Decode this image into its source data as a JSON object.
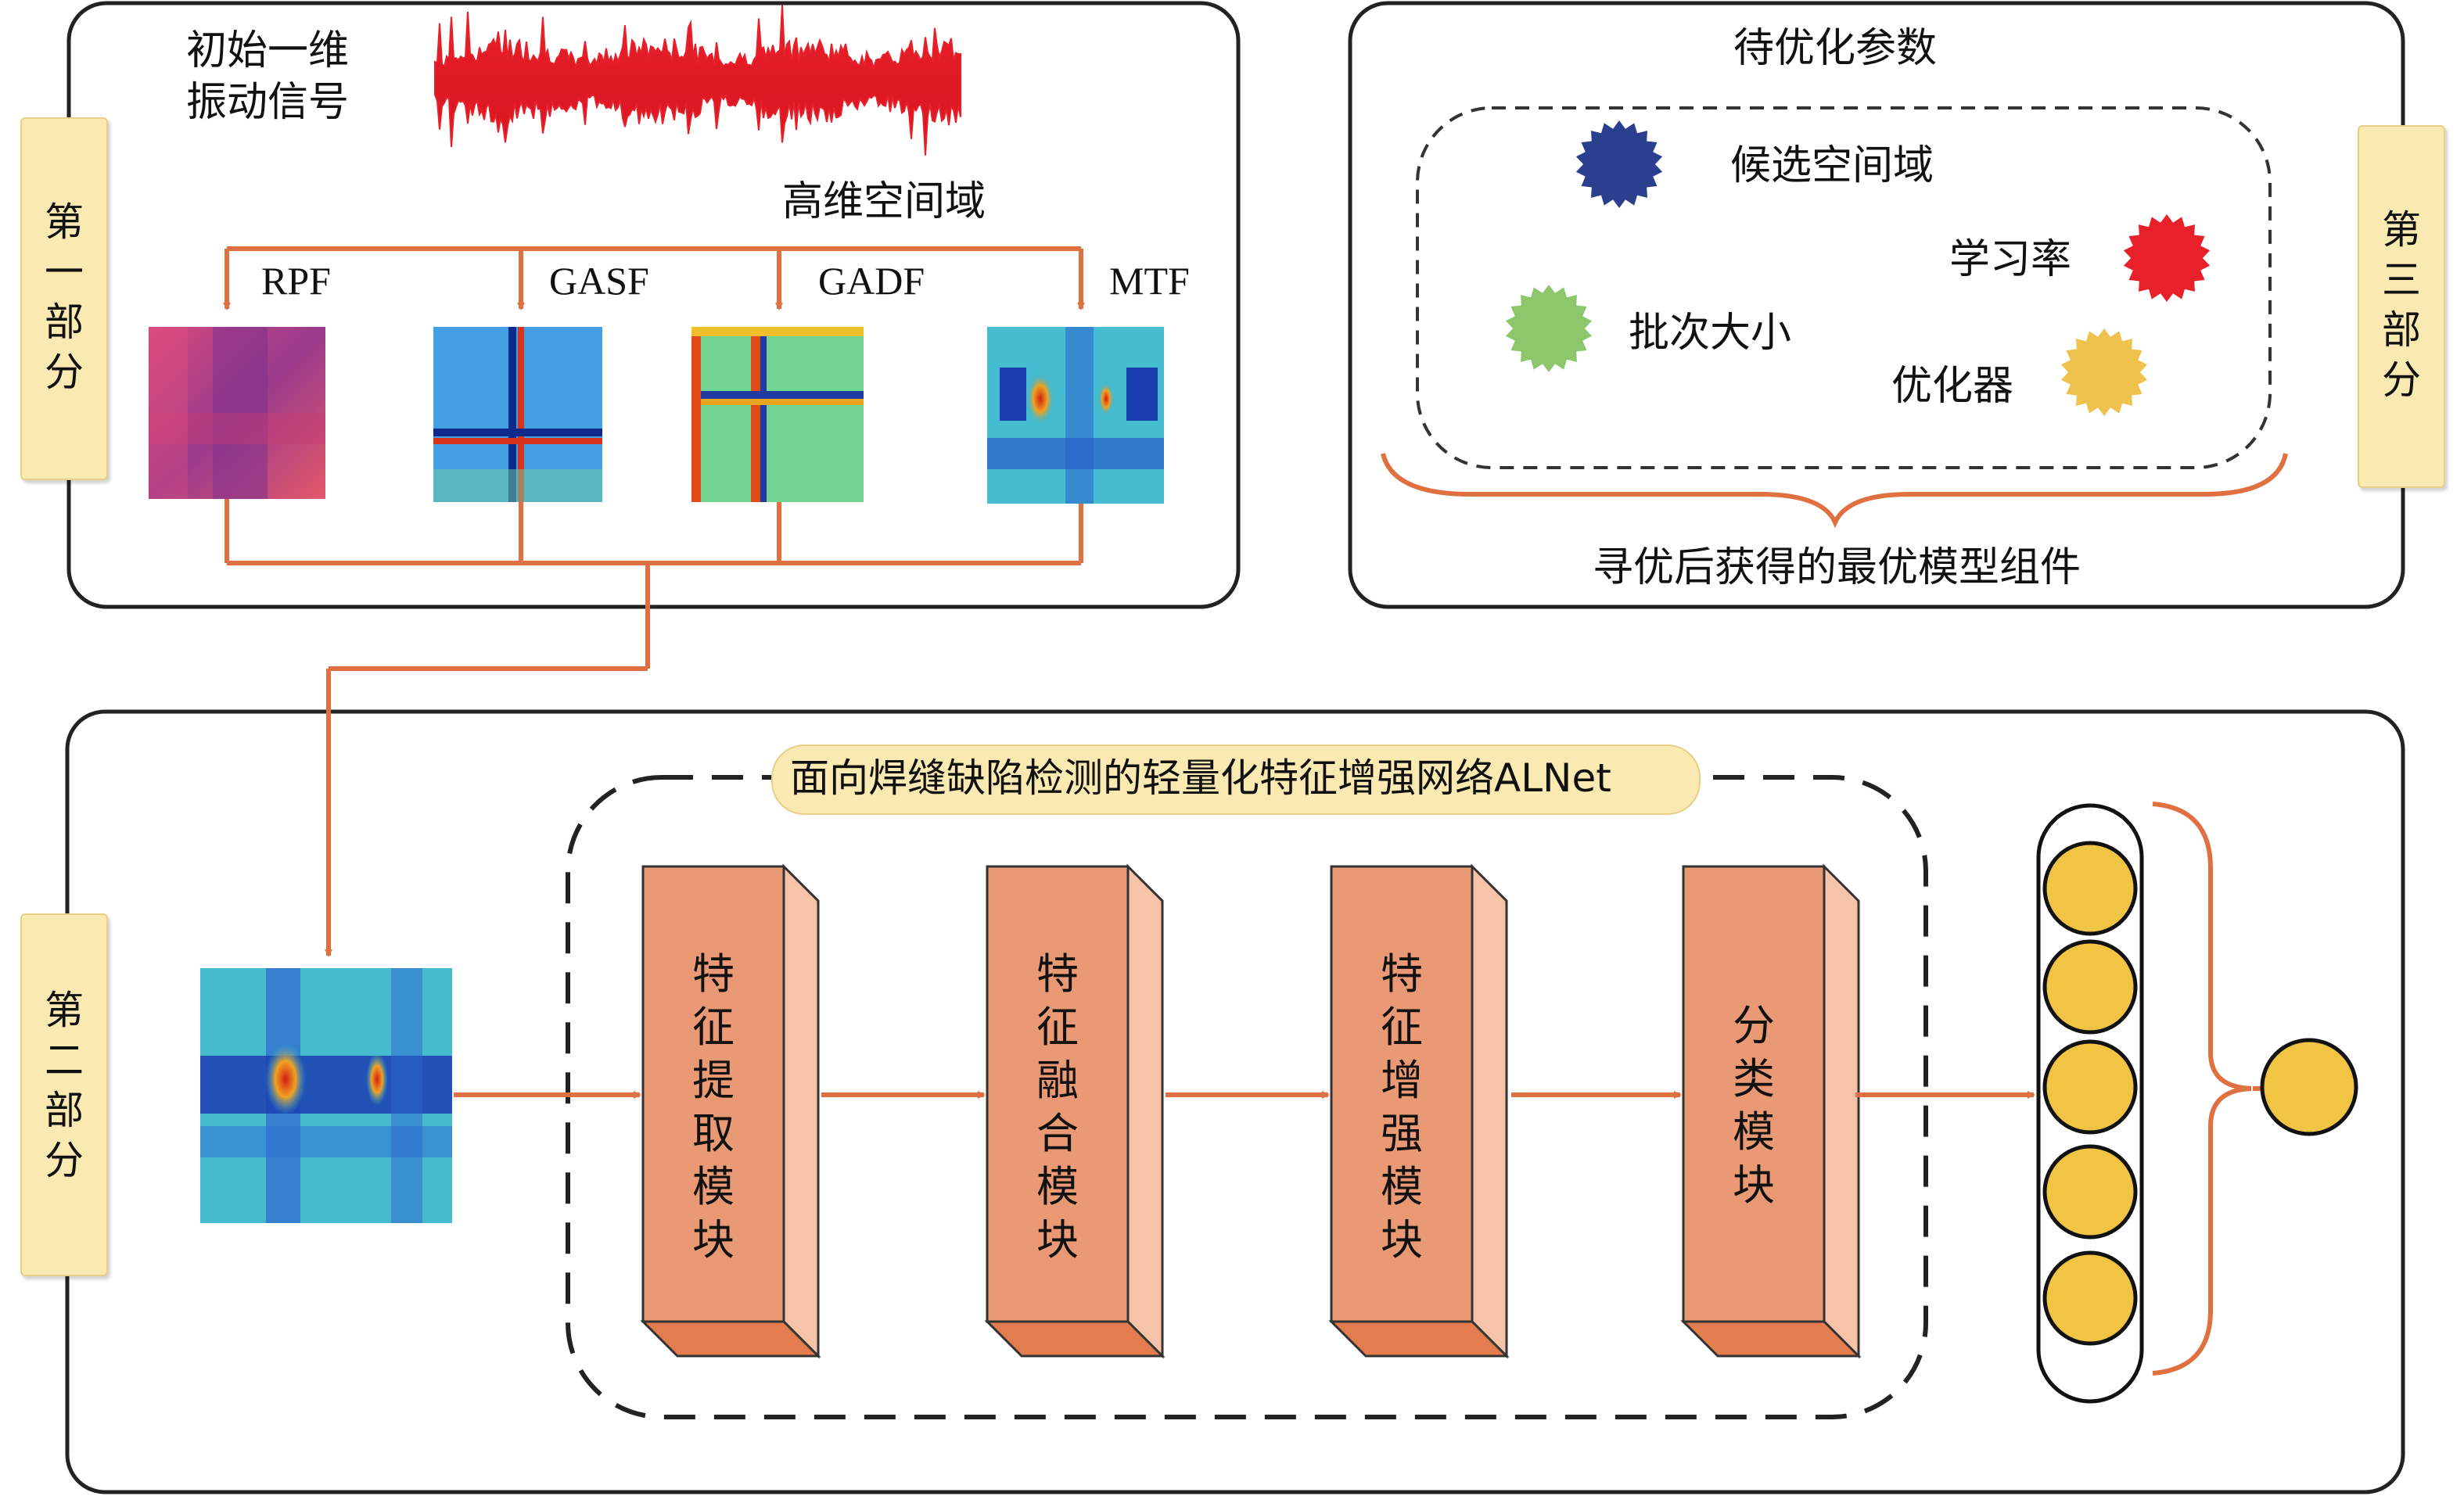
{
  "section1": {
    "tab_label": "第\n一\n部\n分",
    "signal_label": "初始一维\n振动信号",
    "domain_label": "高维空间域",
    "transforms": [
      "RPF",
      "GASF",
      "GADF",
      "MTF"
    ]
  },
  "section3": {
    "tab_label": "第\n三\n部\n分",
    "params_title": "待优化参数",
    "items": [
      {
        "label": "候选空间域",
        "color": "#2b3f8f"
      },
      {
        "label": "学习率",
        "color": "#e8202a"
      },
      {
        "label": "批次大小",
        "color": "#8cc76c"
      },
      {
        "label": "优化器",
        "color": "#eec24d"
      }
    ],
    "result_label": "寻优后获得的最优模型组件"
  },
  "section2": {
    "tab_label": "第\n二\n部\n分",
    "network_title": "面向焊缝缺陷检测的轻量化特征增强网络ALNet",
    "modules": [
      "特\n征\n提\n取\n模\n块",
      "特\n征\n融\n合\n模\n块",
      "特\n征\n增\n强\n模\n块",
      "分\n类\n模\n块"
    ]
  },
  "colors": {
    "arrow": "#e07040",
    "block_front": "#e99a74",
    "block_side": "#f6c3a8",
    "block_bottom": "#e37d4f",
    "node": "#f1c443"
  }
}
